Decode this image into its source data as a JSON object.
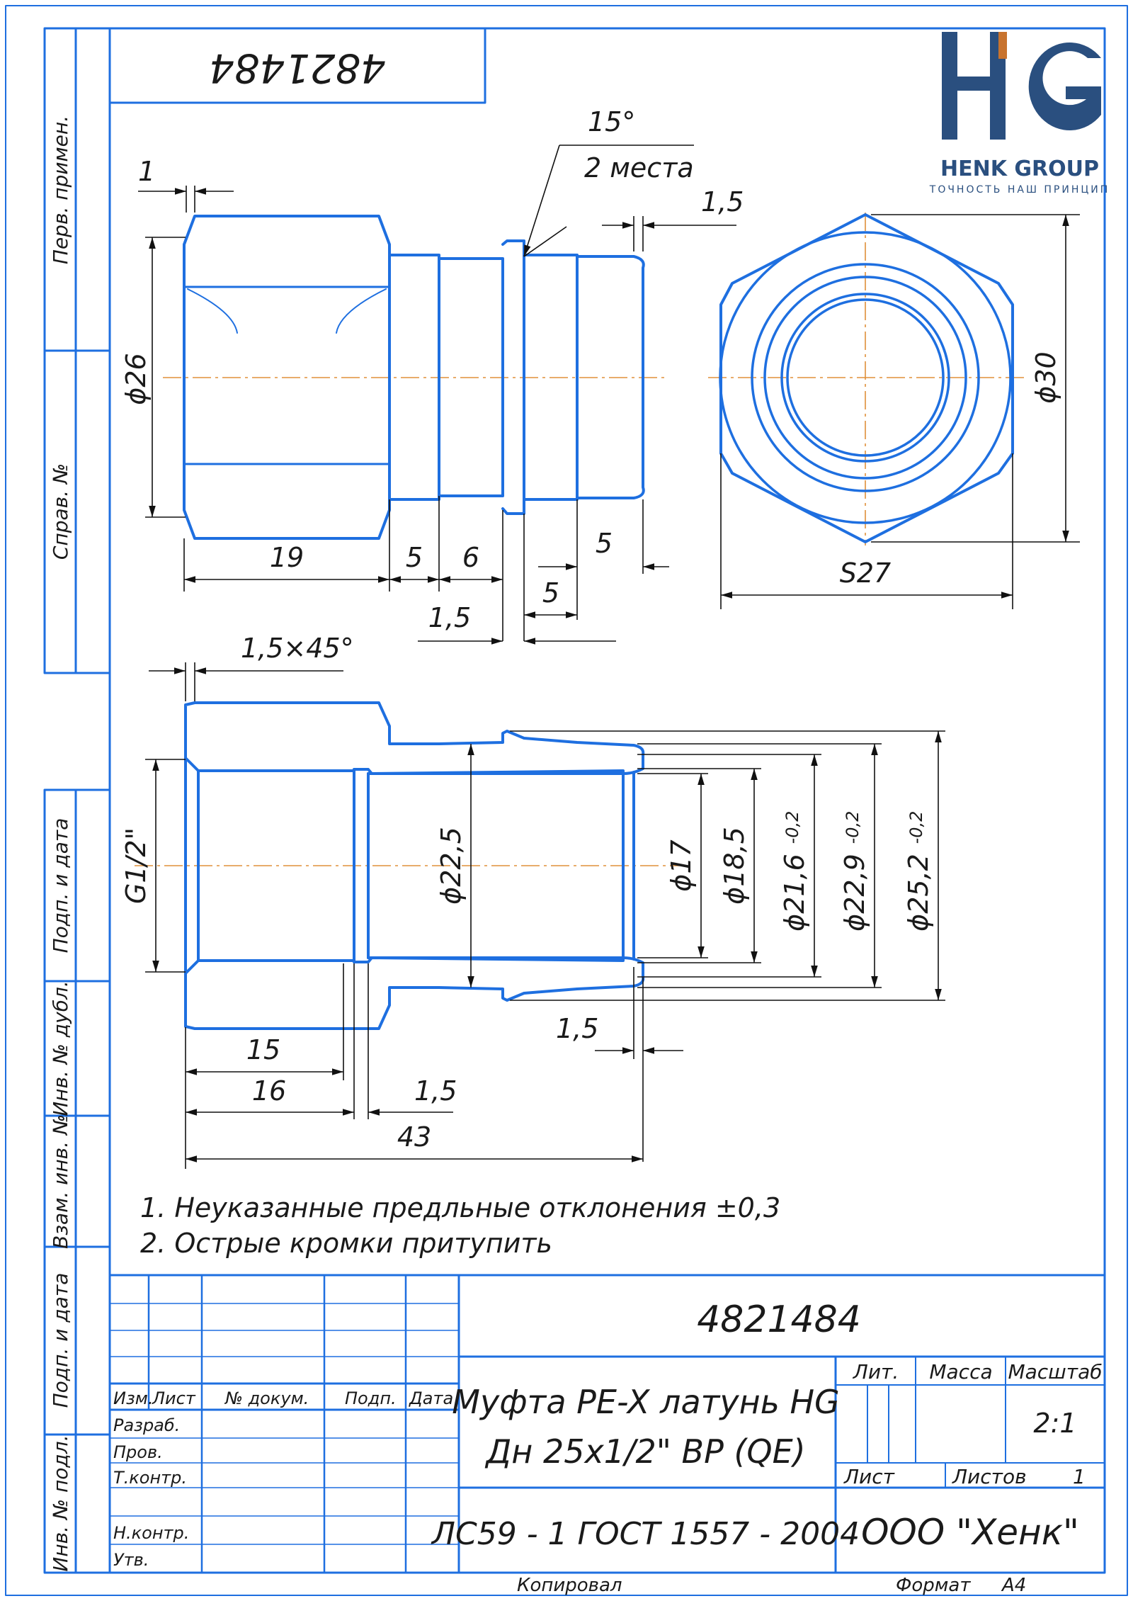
{
  "doc_number": "4821484",
  "logo": {
    "text": "HG",
    "company": "HENK GROUP",
    "slogan": "ТОЧНОСТЬ НАШ ПРИНЦИП"
  },
  "side_labels": [
    "Перв. примен.",
    "Справ. №",
    "Подп. и дата",
    "Инв. № дубл.",
    "Взам. инв. №",
    "Подп. и дата",
    "Инв. № подл."
  ],
  "dims": {
    "chamfer_angle": "15°",
    "chamfer_places": "2 места",
    "d1": "1",
    "d15_top": "1,5",
    "phi26": "ϕ26",
    "d19": "19",
    "d5a": "5",
    "d6": "6",
    "d5b": "5",
    "d5c": "5",
    "d15_bottom": "1,5",
    "phi30": "ϕ30",
    "s27": "S27",
    "chamfer45": "1,5×45°",
    "g12": "G1/2\"",
    "phi225": "ϕ22,5",
    "phi17": "ϕ17",
    "phi185": "ϕ18,5",
    "phi216": "ϕ21,6",
    "phi229": "ϕ22,9",
    "phi252": "ϕ25,2",
    "tol": "-0,2",
    "d15_sec_right": "1,5",
    "d15_sec": "15",
    "d16": "16",
    "d15_sec_mid": "1,5",
    "d43": "43"
  },
  "notes": [
    "1. Неуказанные предльные отклонения ±0,3",
    "2. Острые кромки притупить"
  ],
  "title_block": {
    "designation": "4821484",
    "name_line1": "Муфта PE-X латунь HG",
    "name_line2": "Дн 25x1/2\" ВР (QE)",
    "material": "ЛС59 - 1 ГОСТ 1557 - 2004",
    "company": "ООО \"Хенк\"",
    "lit": "Лит.",
    "mass": "Масса",
    "scale_label": "Масштаб",
    "scale": "2:1",
    "sheet": "Лист",
    "sheets": "Листов",
    "sheets_count": "1",
    "col_izm": "Изм.",
    "col_list": "Лист",
    "col_doc": "№ докум.",
    "col_podp": "Подп.",
    "col_date": "Дата",
    "razrab": "Разраб.",
    "prov": "Пров.",
    "tkontr": "Т.контр.",
    "nkontr": "Н.контр.",
    "utv": "Утв.",
    "copied": "Копировал",
    "format_label": "Формат",
    "format": "А4"
  },
  "colors": {
    "frame": "#1e6fe0",
    "center": "#e0903a",
    "logo_blue": "#2a4f7f",
    "logo_accent": "#c8732e"
  }
}
